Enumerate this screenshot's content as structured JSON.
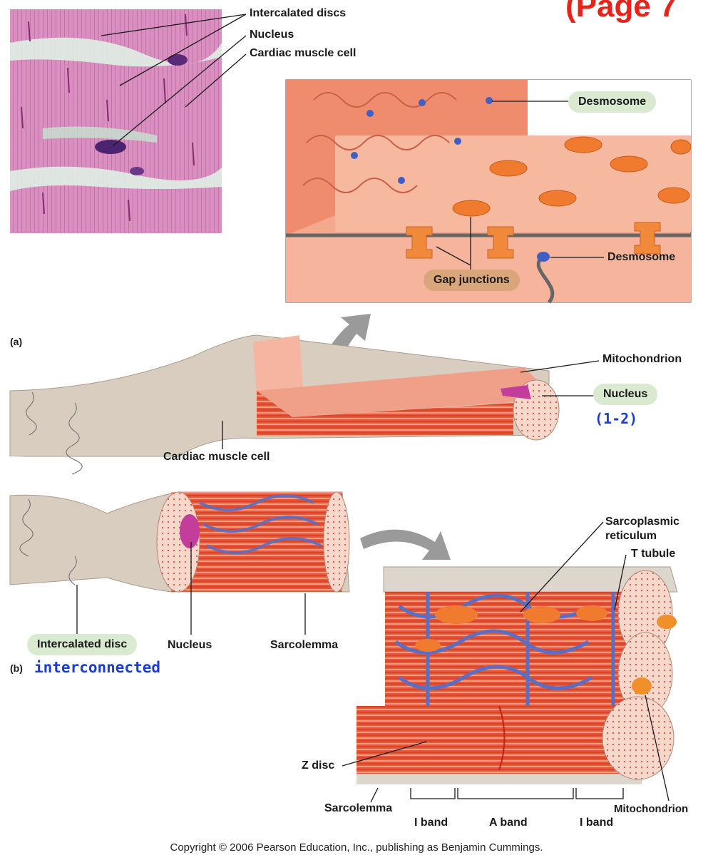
{
  "corner_text": "(Page 7",
  "panel_a_marker": "(a)",
  "panel_b_marker": "(b)",
  "micrograph_labels": {
    "intercalated_discs": "Intercalated discs",
    "nucleus": "Nucleus",
    "cardiac_muscle_cell": "Cardiac muscle cell"
  },
  "junction_inset": {
    "desmosome_top": "Desmosome",
    "desmosome_bottom": "Desmosome",
    "gap_junctions": "Gap junctions"
  },
  "panel_a": {
    "mitochondrion": "Mitochondrion",
    "nucleus": "Nucleus",
    "nucleus_note": "(1-2)",
    "cardiac_muscle_cell": "Cardiac muscle cell"
  },
  "panel_b": {
    "intercalated_disc": "Intercalated disc",
    "note": "interconnected",
    "nucleus": "Nucleus",
    "sarcolemma": "Sarcolemma"
  },
  "enlargement": {
    "sarcoplasmic_reticulum": "Sarcoplasmic reticulum",
    "sarcoplasmic_line1": "Sarcoplasmic",
    "sarcoplasmic_line2": "reticulum",
    "t_tubule": "T tubule",
    "z_disc": "Z disc",
    "sarcolemma": "Sarcolemma",
    "mitochondrion": "Mitochondrion",
    "i_band_left": "I band",
    "a_band": "A band",
    "i_band_right": "I band"
  },
  "copyright": "Copyright © 2006 Pearson Education, Inc., publishing as Benjamin Cummings.",
  "colors": {
    "histology_pink": "#c87bb0",
    "cell_tan": "#d8cdbf",
    "muscle_red": "#e8563a",
    "reticulum_blue": "#5a6fc4",
    "pill_green": "#d9ead0",
    "pill_tan": "#d8a67a",
    "handwriting_blue": "#1a3bd6",
    "corner_red": "#e8231c"
  }
}
